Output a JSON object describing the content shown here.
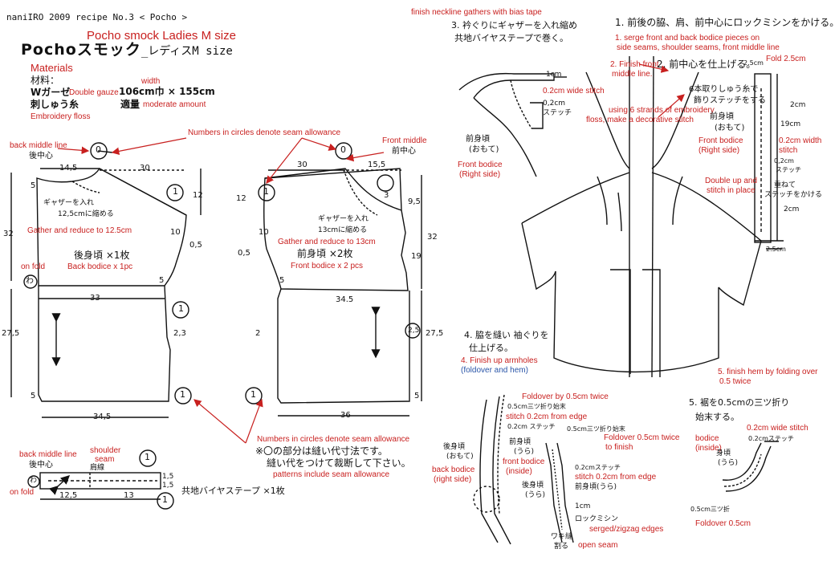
{
  "colors": {
    "ink": "#111111",
    "annotation": "#c8201f",
    "note_blue": "#2a55a8",
    "paper": "#ffffff"
  },
  "header": {
    "brand_line": "naniIRO  2009  recipe No.3 < Pocho >",
    "title_en": "Pocho smock   Ladies M size",
    "title_main": "Pochoスモック",
    "title_suffix": "_レディスM size"
  },
  "materials": {
    "heading_en": "Materials",
    "heading_jp": "材料：",
    "width_label": "width",
    "fabric_jp": "Wガーゼ",
    "fabric_en": "Double gauze",
    "fabric_size": "106cm巾 × 155cm",
    "floss_jp": "刺しゅう糸",
    "floss_amount_jp": "適量",
    "floss_amount_en": "moderate amount",
    "floss_en": "Embroidery floss"
  },
  "back_bodice": {
    "back_middle_line_en": "back middle line",
    "back_middle_line_jp": "後中心",
    "seam_zero": "0",
    "seam_one": "1",
    "dim_top_left": "14,5",
    "dim_top": "30",
    "dim_left_small": "5",
    "dim_right": "12",
    "dim_height_upper": "32",
    "dim_height_lower": "27,5",
    "dim_10": "10",
    "dim_05": "0,5",
    "dim_5": "5",
    "dim_33": "33",
    "dim_23": "2,3",
    "dim_bottom_5": "5",
    "dim_bottom": "34,5",
    "gather_jp_1": "ギャザーを入れ",
    "gather_jp_2": "12,5cmに縮める",
    "gather_en": "Gather and reduce to 12.5cm",
    "piece_jp": "後身頃 ×1枚",
    "piece_en": "Back bodice x 1pc",
    "fold_mark": "わ",
    "on_fold": "on fold"
  },
  "front_bodice": {
    "circles_note_top": "Numbers in circles denote seam allowance",
    "front_middle_en": "Front middle",
    "front_middle_jp": "前中心",
    "dim_30": "30",
    "dim_155": "15,5",
    "dim_12": "12",
    "dim_3": "3",
    "dim_95": "9,5",
    "dim_10": "10",
    "dim_05": "0,5",
    "dim_32": "32",
    "dim_19": "19",
    "dim_5": "5",
    "dim_345": "34.5",
    "dim_2": "2",
    "dim_25": "2,5",
    "dim_275": "27,5",
    "dim_bottom_5": "5",
    "dim_36": "36",
    "gather_jp_1": "ギャザーを入れ",
    "gather_jp_2": "13cmに縮める",
    "gather_en": "Gather and reduce to 13cm",
    "piece_jp": "前身頃 ×2枚",
    "piece_en": "Front bodice x 2 pcs"
  },
  "bias_strip": {
    "back_middle_line_en": "back middle line",
    "back_middle_line_jp": "後中心",
    "shoulder_en_1": "shoulder",
    "shoulder_en_2": "seam",
    "shoulder_jp": "肩線",
    "dim_125": "12,5",
    "dim_13": "13",
    "dim_15a": "1,5",
    "dim_15b": "1,5",
    "fold_mark": "わ",
    "on_fold": "on fold",
    "caption_jp": "共地バイヤステープ ×1枚"
  },
  "seam_note": {
    "en_top": "Numbers in circles denote seam allowance",
    "jp_1": "※〇の部分は縫い代寸法です。",
    "jp_2": "縫い代をつけて裁断して下さい。",
    "en_bottom": "patterns include seam allowance"
  },
  "step3": {
    "en": "finish neckline gathers with bias tape",
    "jp_1": "3. 衿ぐりにギャザーを入れ縮め",
    "jp_2": "共地バイヤステープで巻く。",
    "dim_1cm": "1cm",
    "dim_02": "0,2cm",
    "stitch_jp": "ステッチ",
    "stitch_en": "0.2cm wide stitch",
    "part_jp_1": "前身頃",
    "part_jp_2": "(おもて)",
    "part_en_1": "Front bodice",
    "part_en_2": "(Right side)"
  },
  "step1": {
    "jp": "1. 前後の脇、肩、前中心にロックミシンをかける。",
    "en_1": "1. serge front and back bodice pieces on",
    "en_2": "side seams, shoulder seams, front middle line"
  },
  "step2": {
    "jp": "2. 前中心を仕上げる。",
    "en_1": "2. Finish front",
    "en_2": "middle line.",
    "emb_jp_1": "6本取りしゅう糸で",
    "emb_jp_2": "飾りステッチをする",
    "emb_en_1": "using 6 strands of embroidery",
    "emb_en_2": "floss, make a decorative stitch",
    "dim_25cm": "2.5cm",
    "fold_en": "Fold 2.5cm",
    "dim_2cm": "2cm",
    "dim_19cm": "19cm",
    "dim_02cm": "0,2cm",
    "stitch_jp": "ステッチ",
    "part_jp_1": "前身頃",
    "part_jp_2": "(おもて)",
    "part_en_1": "Front bodice",
    "part_en_2": "(Right side)",
    "width_en_1": "0.2cm width",
    "width_en_2": "stitch",
    "double_jp_1": "重ねて",
    "double_jp_2": "ステッチをかける",
    "double_en_1": "Double up and",
    "double_en_2": "stitch in place",
    "dim_2cm_b": "2cm",
    "dim_25_b": "2.5cm"
  },
  "step4": {
    "jp_1": "4. 脇を縫い 袖ぐりを",
    "jp_2": "仕上げる。",
    "en": "4. Finish up armholes",
    "en_sub": "(foldover and hem)",
    "foldover_en": "Foldover by 0.5cm twice",
    "fold_jp": "0.5cm三ツ折り始末",
    "stitch_edge_en": "stitch 0.2cm from edge",
    "stitch_jp": "0.2cm ステッチ",
    "back_jp_1": "後身頃",
    "back_jp_2": "(おもて)",
    "back_en_1": "back bodice",
    "back_en_2": "(right side)",
    "front_jp_1": "前身頃",
    "front_jp_2": "(うら)",
    "front_en_1": "front bodice",
    "front_en_2": "(inside)",
    "fold2_jp": "0.5cm三ツ折り始末",
    "fold2_en_1": "Foldover 0.5cm twice",
    "fold2_en_2": "to finish",
    "stitch2_jp": "0.2cmステッチ",
    "stitch2_en": "stitch 0.2cm from edge",
    "back2_jp": "後身頃",
    "back2_jp_sub": "(うら)",
    "front2_jp": "前身頃(うら)",
    "dim_1cm": "1cm",
    "lock_jp": "ロックミシン",
    "serged_en": "serged/zigzag edges",
    "open_jp_1": "ワキ縫",
    "open_jp_2": "割る",
    "open_en": "open seam"
  },
  "step5": {
    "en_1": "5. finish hem by folding over",
    "en_2": "0.5 twice",
    "jp_1": "5. 裾を0.5cmの三ツ折り",
    "jp_2": "始末する。",
    "stitch_jp": "0.2cmステッチ",
    "stitch_en": "0.2cm wide stitch",
    "bodice_en_1": "bodice",
    "bodice_en_2": "(inside)",
    "part_jp_1": "身頃",
    "part_jp_2": "(うら)",
    "fold_jp": "0.5cm三ツ折",
    "fold_en": "Foldover 0.5cm"
  }
}
